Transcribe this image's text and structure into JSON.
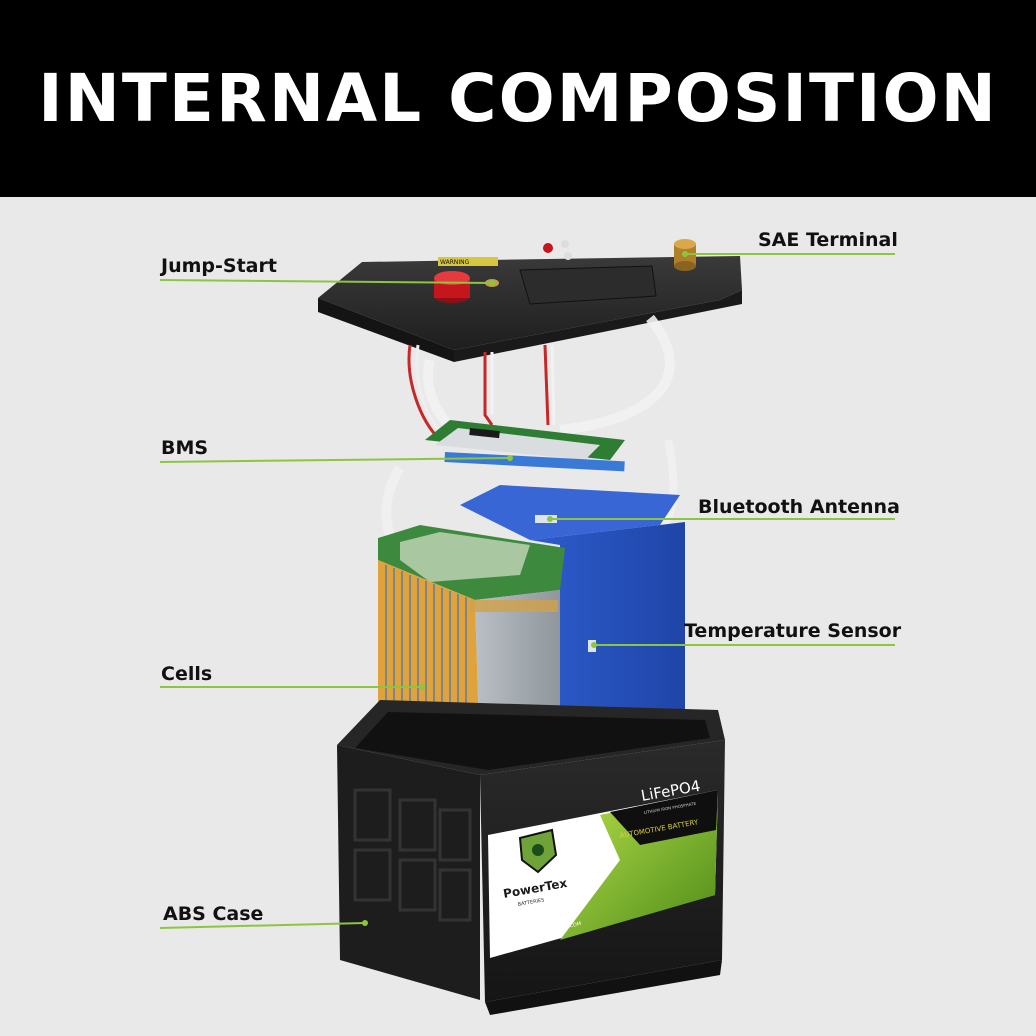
{
  "header": {
    "title": "INTERNAL COMPOSITION"
  },
  "callouts": {
    "jump_start": "Jump-Start",
    "sae_terminal": "SAE Terminal",
    "bms": "BMS",
    "bluetooth_antenna": "Bluetooth Antenna",
    "temperature_sensor": "Temperature Sensor",
    "cells": "Cells",
    "abs_case": "ABS Case"
  },
  "case_label": {
    "chemistry": "LiFePO4",
    "chemistry_sub": "LITHIUM IRON PHOSPHATE",
    "type": "AUTOMOTIVE BATTERY",
    "brand": "PowerTex",
    "brand_sub": "BATTERIES",
    "website": "WWW.POWERTEXBATTERIES.COM"
  },
  "lid": {
    "warning": "WARNING"
  },
  "colors": {
    "accent_green": "#8cc63f",
    "cell_blue": "#2f5fd0",
    "terminal_red": "#c4161c",
    "header_bg": "#000000"
  }
}
